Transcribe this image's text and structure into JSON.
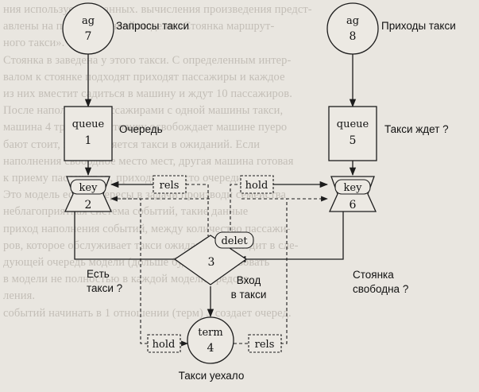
{
  "background_text": [
    "ния используемых данных.   вычисления произведения   предст-",
    "авлены на панели   оченной модели  «Стоянка   маршрут-",
    "ного такси».",
    "   Стоянка в заведена у этого такси. С определенным интер-",
    "валом к стоянке   подходят приходят пассажиры и каждое",
    "из них вместит   садиться в машину и ждут 10 пассажиров.",
    "После наполнения пассажирами с   одной машины такси,",
    "машина 4 трогается, стоянку   освобождает машине пуеро",
    "бают стоит, и    отправляется такси в     ожиданий. Если",
    "   наполнения свободное место мест, другая машина  готовая",
    "     к приему пассажиров, приходит вместо очереди.",
    "   Это модель   есть интересы в задачи производи   семейства",
    "           неблагоприятная система событий, такие данные",
    "      приход наполнения событий, между количество пассажи-",
    "    ров, которое обслуживает   такси ожидание переходит в сле-",
    "   дующей   очередь   модели (дольше будут существовать",
    "        в модели не полностью в каждой модели предста-",
    "ления.",
    "",
    "          событий начинать   в   1   отношении  (терм) 3   создает   очеред."
  ],
  "nodes": {
    "ag7": {
      "type": "ag",
      "number": "7"
    },
    "ag8": {
      "type": "ag",
      "number": "8"
    },
    "q1": {
      "type": "queue",
      "number": "1"
    },
    "q5": {
      "type": "queue",
      "number": "5"
    },
    "key2": {
      "type": "key",
      "number": "2"
    },
    "key6": {
      "type": "key",
      "number": "6"
    },
    "delet3": {
      "type": "delet",
      "number": "3"
    },
    "term4": {
      "type": "term",
      "number": "4"
    }
  },
  "relations": {
    "rels_top": "rels",
    "hold_top": "hold",
    "hold_bottom": "hold",
    "rels_bottom": "rels"
  },
  "labels": {
    "taxi_requests": "Запросы такси",
    "taxi_arrivals": "Приходы такси",
    "queue": "Очередь",
    "taxi_waiting": "Такси ждет ?",
    "is_taxi_line1": "Есть",
    "is_taxi_line2": "такси ?",
    "enter_taxi_line1": "Вход",
    "enter_taxi_line2": "в такси",
    "stand_free_line1": "Стоянка",
    "stand_free_line2": "свободна ?",
    "taxi_left": "Такси уехало"
  },
  "colors": {
    "ink": "#1c1c1c",
    "paper": "#e9e6e0",
    "bleed_text": "#bdb8b0"
  }
}
